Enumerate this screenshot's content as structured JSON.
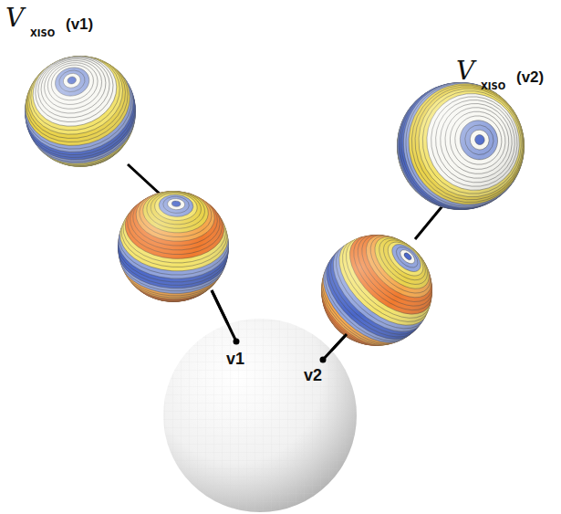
{
  "diagram": {
    "labels": [
      "V",
      "XISO",
      "(v1)",
      "V",
      "XISO",
      "(v2)",
      "v1",
      "v2"
    ]
  }
}
